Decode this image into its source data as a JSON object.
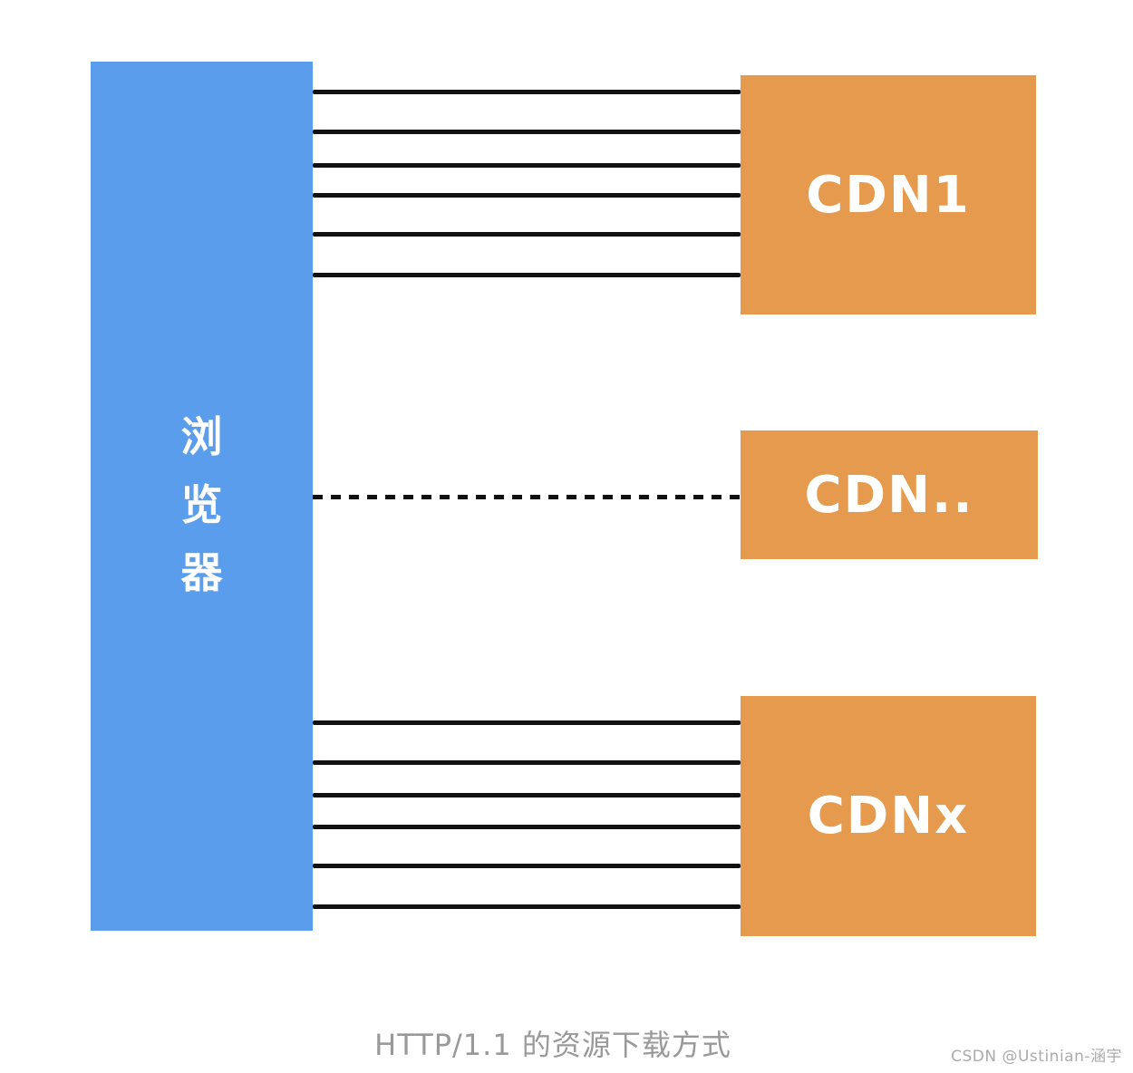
{
  "diagram": {
    "browser": {
      "label": "浏览器",
      "chars": [
        "浏",
        "览",
        "器"
      ],
      "fill": "#5A9DED",
      "text_color": "#ffffff"
    },
    "nodes": [
      {
        "id": "cdn1",
        "label": "CDN1",
        "connections": 6,
        "line_style": "solid"
      },
      {
        "id": "cdn_more",
        "label": "CDN..",
        "connections": 1,
        "line_style": "dashed"
      },
      {
        "id": "cdnx",
        "label": "CDNx",
        "connections": 6,
        "line_style": "solid"
      }
    ],
    "node_fill": "#E59A4D",
    "node_text_color": "#ffffff",
    "line_color": "#111111"
  },
  "caption": {
    "text": "HTTP/1.1 的资源下载方式",
    "color": "#999999"
  },
  "watermark": {
    "text": "CSDN @Ustinian-涵宇",
    "color": "#ababab"
  }
}
